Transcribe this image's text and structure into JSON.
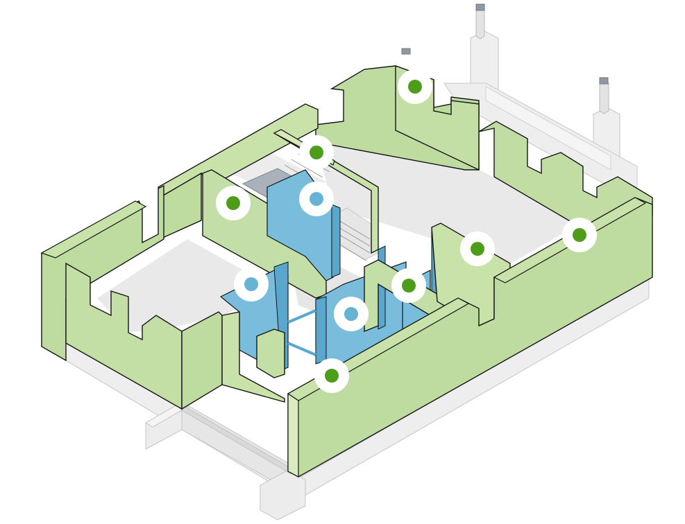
{
  "colors": {
    "background": "#ffffff",
    "wall_side": "#bfdca0",
    "wall_top": "#c8e2aa",
    "wall_light": "#d6eab9",
    "floor": "#e9e9e9",
    "foundation": "#eeeeee",
    "foundation_edge": "#bdbdbd",
    "glass": "#79bcdc",
    "glass_dark": "#5aa7cd",
    "edge": "#141414",
    "marker_ring": "#ffffff",
    "marker_green": "#4e9d1a",
    "marker_blue": "#67b3d6"
  },
  "markers": [
    {
      "id": "wall-marker-1",
      "kind": "wall",
      "color": "green"
    },
    {
      "id": "wall-marker-2",
      "kind": "wall",
      "color": "green"
    },
    {
      "id": "wall-marker-3",
      "kind": "wall",
      "color": "green"
    },
    {
      "id": "wall-marker-4",
      "kind": "wall",
      "color": "green"
    },
    {
      "id": "wall-marker-5",
      "kind": "wall",
      "color": "green"
    },
    {
      "id": "wall-marker-6",
      "kind": "wall",
      "color": "green"
    },
    {
      "id": "wall-marker-7",
      "kind": "wall",
      "color": "green"
    },
    {
      "id": "glass-marker-1",
      "kind": "glass-partition",
      "color": "blue"
    },
    {
      "id": "glass-marker-2",
      "kind": "glass-partition",
      "color": "blue"
    },
    {
      "id": "glass-marker-3",
      "kind": "glass-partition",
      "color": "blue"
    }
  ]
}
